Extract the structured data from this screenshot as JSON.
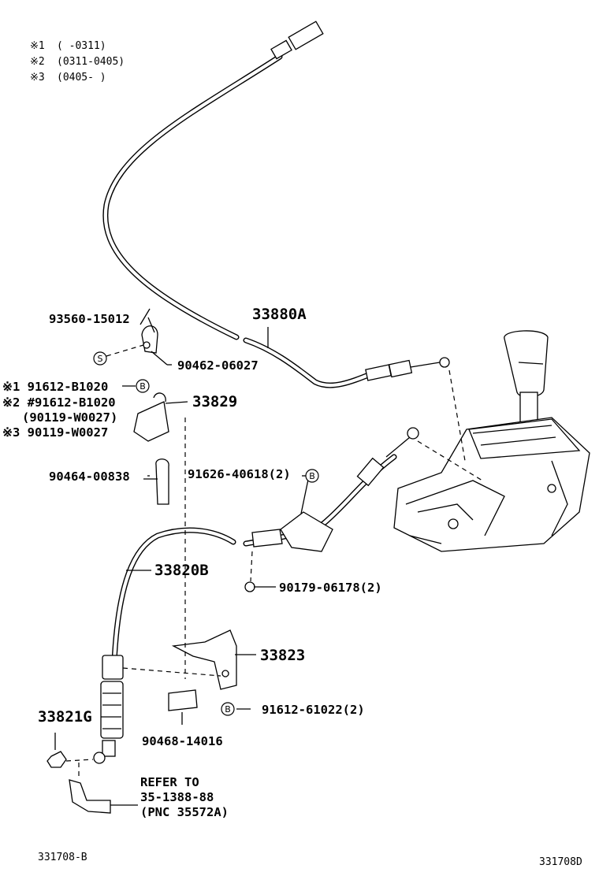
{
  "legend": [
    {
      "mark": "※1",
      "range": "(     -0311)"
    },
    {
      "mark": "※2",
      "range": "(0311-0405)"
    },
    {
      "mark": "※3",
      "range": "(0405-     )"
    }
  ],
  "parts": {
    "p93560": "93560-15012",
    "p33880A": "33880A",
    "p90462": "90462-06027",
    "p91612_1": "※1 91612-B1020",
    "p91612_2": "※2 #91612-B1020",
    "p90119_paren": "(90119-W0027)",
    "p90119_3": "※3 90119-W0027",
    "p33829": "33829",
    "p90464": "90464-00838",
    "p91626": "91626-40618(2)",
    "p33820B": "33820B",
    "p90179": "90179-06178(2)",
    "p33823": "33823",
    "p33821G": "33821G",
    "p91612_61022": "91612-61022(2)",
    "p90468": "90468-14016"
  },
  "callouts": {
    "s": "S",
    "b": "B"
  },
  "refer": {
    "line1": "REFER TO",
    "line2": "35-1388-88",
    "line3": "(PNC 35572A)"
  },
  "footer": {
    "left": "331708-B",
    "right": "331708D"
  }
}
